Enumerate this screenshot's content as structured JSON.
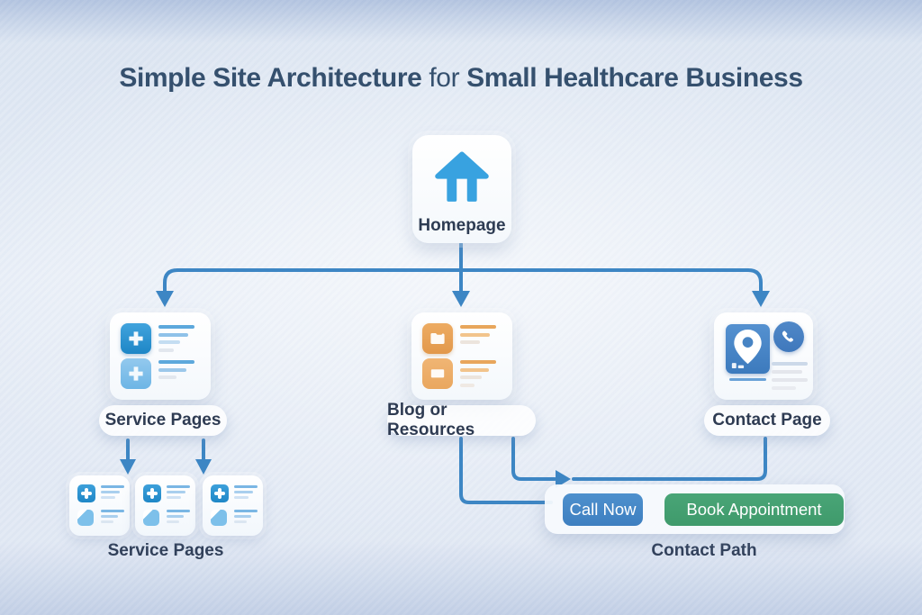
{
  "title": {
    "part1": "Simple Site Architecture",
    "part2": "for",
    "part3": "Small Healthcare Business"
  },
  "nodes": {
    "homepage": {
      "label": "Homepage",
      "icon": "home-icon"
    },
    "service_pages": {
      "label": "Service Pages",
      "icon": "medical-cross-icon"
    },
    "blog": {
      "label": "Blog or Resources",
      "icon": "folder-icon"
    },
    "contact": {
      "label": "Contact Page",
      "icons": [
        "map-pin-icon",
        "phone-icon"
      ]
    }
  },
  "sub_service_group": {
    "label": "Service Pages",
    "card_count": 3
  },
  "contact_path": {
    "label": "Contact Path",
    "call_button": "Call Now",
    "book_button": "Book Appointment"
  },
  "colors": {
    "connector_blue": "#3d86c4",
    "accent_blue": "#2f9ad6",
    "accent_orange": "#e8a65c",
    "button_blue": "#4587c6",
    "button_green": "#43a070",
    "title_navy": "#35506e",
    "label_navy": "#2e3b52",
    "background": "#e4ebf5"
  }
}
